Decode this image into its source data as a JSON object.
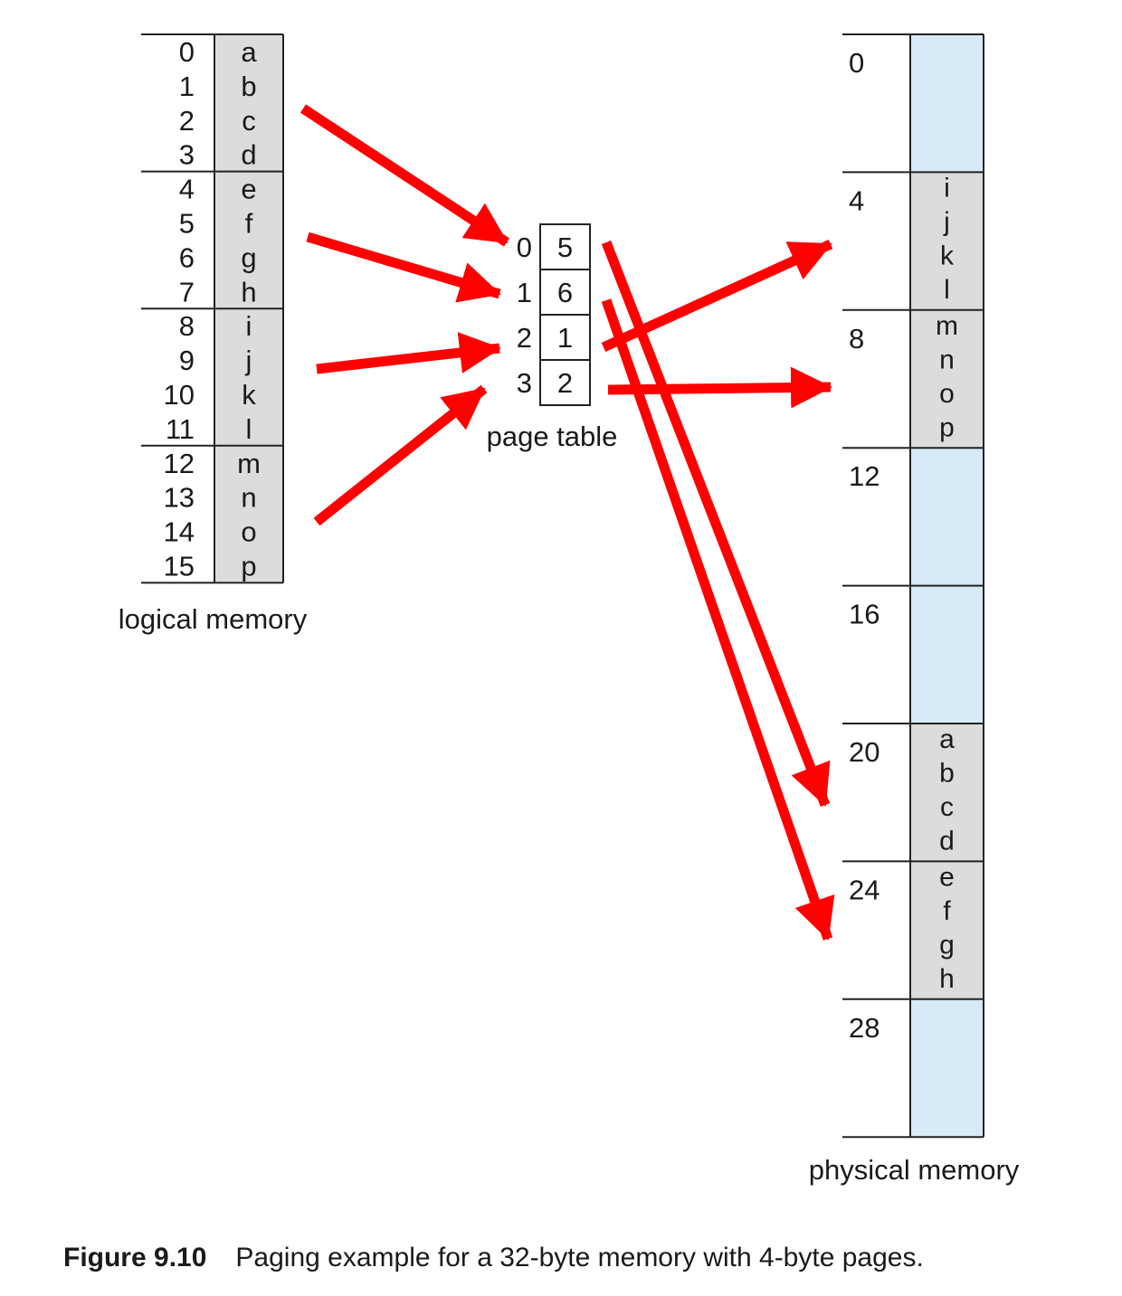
{
  "logical_memory": {
    "label": "logical memory",
    "rows": [
      {
        "index": "0",
        "char": "a"
      },
      {
        "index": "1",
        "char": "b"
      },
      {
        "index": "2",
        "char": "c"
      },
      {
        "index": "3",
        "char": "d"
      },
      {
        "index": "4",
        "char": "e"
      },
      {
        "index": "5",
        "char": "f"
      },
      {
        "index": "6",
        "char": "g"
      },
      {
        "index": "7",
        "char": "h"
      },
      {
        "index": "8",
        "char": "i"
      },
      {
        "index": "9",
        "char": "j"
      },
      {
        "index": "10",
        "char": "k"
      },
      {
        "index": "11",
        "char": "l"
      },
      {
        "index": "12",
        "char": "m"
      },
      {
        "index": "13",
        "char": "n"
      },
      {
        "index": "14",
        "char": "o"
      },
      {
        "index": "15",
        "char": "p"
      }
    ]
  },
  "page_table": {
    "label": "page table",
    "entries": [
      {
        "page": "0",
        "frame": "5"
      },
      {
        "page": "1",
        "frame": "6"
      },
      {
        "page": "2",
        "frame": "1"
      },
      {
        "page": "3",
        "frame": "2"
      }
    ]
  },
  "physical_memory": {
    "label": "physical memory",
    "frames": [
      {
        "address": "0",
        "chars": []
      },
      {
        "address": "4",
        "chars": [
          "i",
          "j",
          "k",
          "l"
        ]
      },
      {
        "address": "8",
        "chars": [
          "m",
          "n",
          "o",
          "p"
        ]
      },
      {
        "address": "12",
        "chars": []
      },
      {
        "address": "16",
        "chars": []
      },
      {
        "address": "20",
        "chars": [
          "a",
          "b",
          "c",
          "d"
        ]
      },
      {
        "address": "24",
        "chars": [
          "e",
          "f",
          "g",
          "h"
        ]
      },
      {
        "address": "28",
        "chars": []
      }
    ]
  },
  "caption": {
    "figure_number": "Figure 9.10",
    "text": "Paging example for a 32-byte memory with 4-byte pages."
  },
  "colors": {
    "arrow": "#ff0000",
    "used_cell": "#dcdcdc",
    "free_frame": "#d6ebf8",
    "line": "#222222"
  }
}
